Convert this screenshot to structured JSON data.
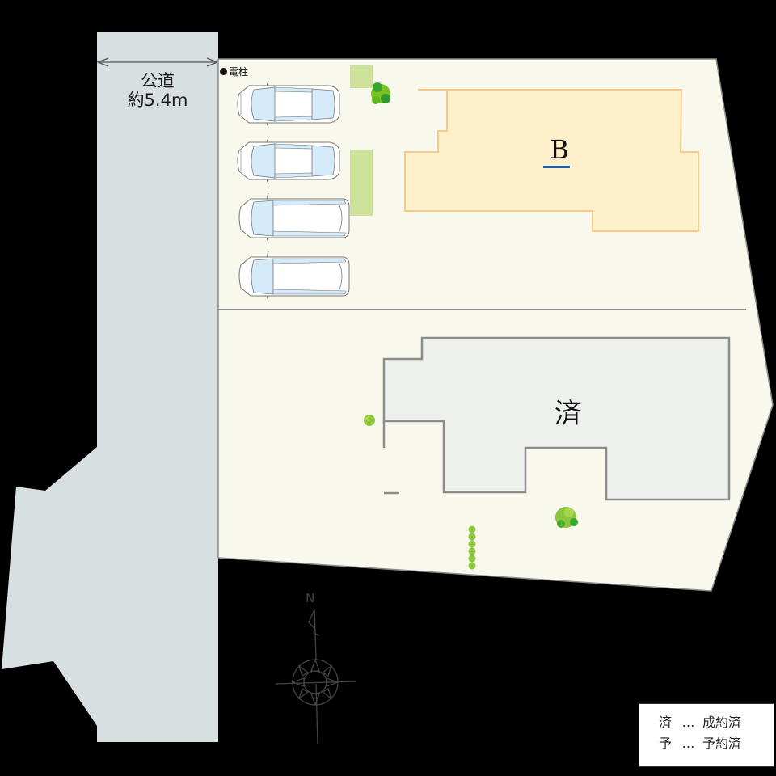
{
  "road": {
    "label_line1": "公道",
    "label_line2": "約5.4m",
    "width_text": "約5.4m"
  },
  "utility_pole": {
    "label": "電柱"
  },
  "lots": [
    {
      "id": "B",
      "label": "B",
      "status": "available",
      "fill": "#fff0cc",
      "stroke": "#f9c98a"
    },
    {
      "id": "sold",
      "label": "済",
      "status": "sold",
      "fill": "#eef0ee",
      "stroke": "#8c8c8c"
    }
  ],
  "parking": {
    "car_count": 4
  },
  "compass": {
    "north_label": "N"
  },
  "legend": {
    "items": [
      {
        "symbol": "済",
        "dots": "…",
        "meaning": "成約済"
      },
      {
        "symbol": "予",
        "dots": "…",
        "meaning": "予約済"
      }
    ]
  },
  "colors": {
    "background": "#000000",
    "road": "#d8dfe0",
    "site": "#f8f9ec",
    "planting": "#cfe29b",
    "tree": "#7cc21f",
    "boundary": "#8c8c8c",
    "lot_b_underline": "#1c5fb5"
  }
}
